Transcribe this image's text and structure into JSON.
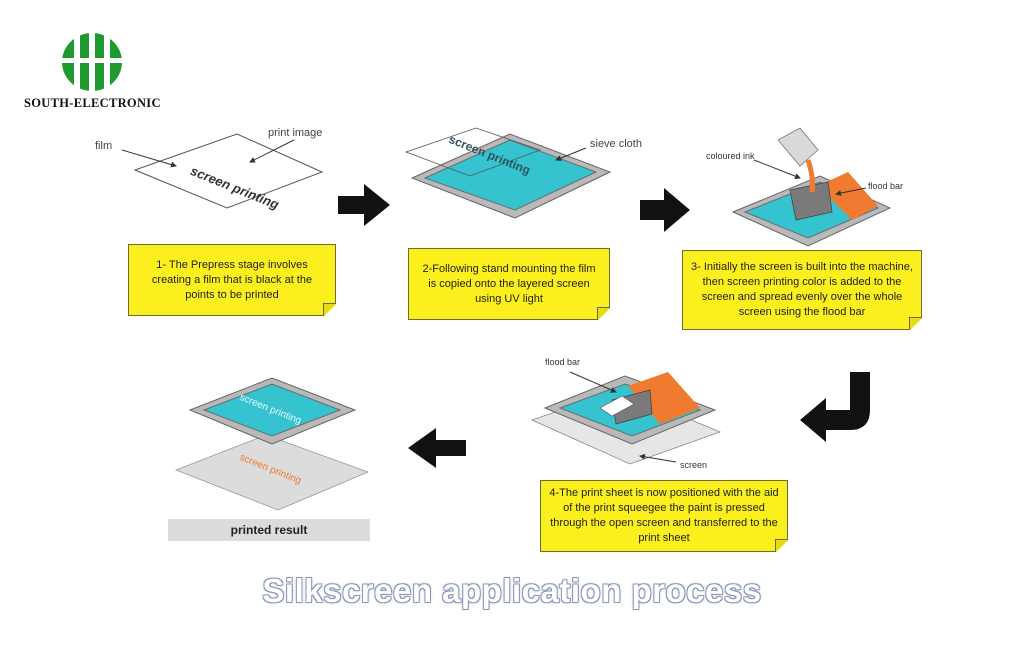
{
  "brand": {
    "name": "SOUTH-ELECTRONIC",
    "logo_color": "#1f9a2e"
  },
  "step1": {
    "labels": {
      "film": "film",
      "print_image": "print image",
      "film_text": "screen printing"
    },
    "note": "1- The Prepress stage involves creating a film that is black at the points to be printed"
  },
  "step2": {
    "labels": {
      "sieve_cloth": "sieve cloth",
      "film_text": "screen printing"
    },
    "note": "2-Following stand mounting the film is copied onto the layered screen using UV light"
  },
  "step3": {
    "labels": {
      "coloured_ink": "coloured ink",
      "flood_bar": "flood bar"
    },
    "note": "3- Initially the screen is built into the machine, then screen printing color is added to the screen and spread evenly over the whole screen using the flood bar"
  },
  "step4": {
    "labels": {
      "flood_bar": "flood bar",
      "screen": "screen"
    },
    "note": "4-The print sheet is now positioned with the aid of the print squeegee the paint is pressed through the open screen and transferred to the print sheet"
  },
  "result": {
    "label": "printed result",
    "screen_text": "screen printing",
    "sheet_text": "screen printing"
  },
  "title": "Silkscreen application process",
  "colors": {
    "note_yellow": "#fbf01e",
    "screen_cyan": "#35c3d0",
    "ink_orange": "#f07a2f",
    "frame_gray": "#9a9a9a"
  }
}
